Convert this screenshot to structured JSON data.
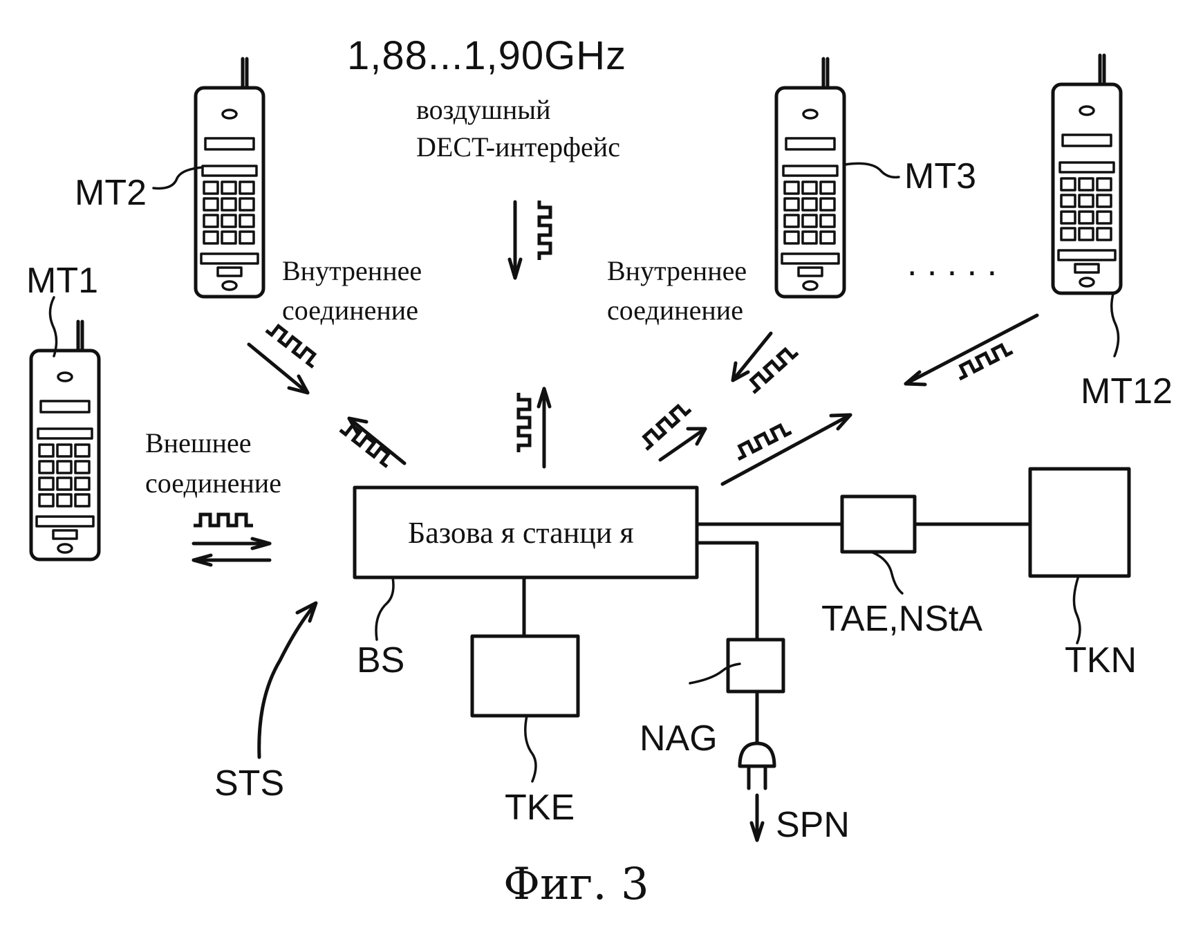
{
  "frequency": "1,88...1,90GHz",
  "air_interface": [
    "воздушный",
    "DECT-интерфейс"
  ],
  "internal_link_left": [
    "Внутреннее",
    "соединение"
  ],
  "internal_link_right": [
    "Внутреннее",
    "соединение"
  ],
  "external_link": [
    "Внешнее",
    "соединение"
  ],
  "base_station": "Базова я станци я",
  "labels": {
    "mt1": "MT1",
    "mt2": "MT2",
    "mt3": "MT3",
    "mt12": "MT12",
    "dots": ". . . . .",
    "bs": "BS",
    "sts": "STS",
    "tke": "TKE",
    "nag": "NAG",
    "spn": "SPN",
    "tae": "TAE,NStA",
    "tkn": "TKN"
  },
  "figure_caption": "Фиг. 3"
}
